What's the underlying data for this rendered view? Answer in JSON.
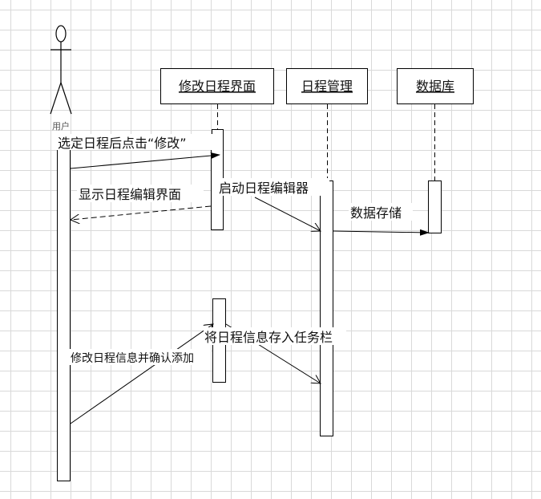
{
  "actor": {
    "label": "用户"
  },
  "objects": [
    {
      "label": "修改日程界面"
    },
    {
      "label": "日程管理"
    },
    {
      "label": "数据库"
    }
  ],
  "messages": [
    {
      "label": "选定日程后点击“修改”",
      "style": "sync"
    },
    {
      "label": "显示日程编辑界面",
      "style": "return"
    },
    {
      "label": "启动日程编辑器",
      "style": "async"
    },
    {
      "label": "数据存储",
      "style": "sync"
    },
    {
      "label": "修改日程信息并确认添加",
      "style": "async"
    },
    {
      "label": "将日程信息存入任务栏",
      "style": "async"
    }
  ]
}
